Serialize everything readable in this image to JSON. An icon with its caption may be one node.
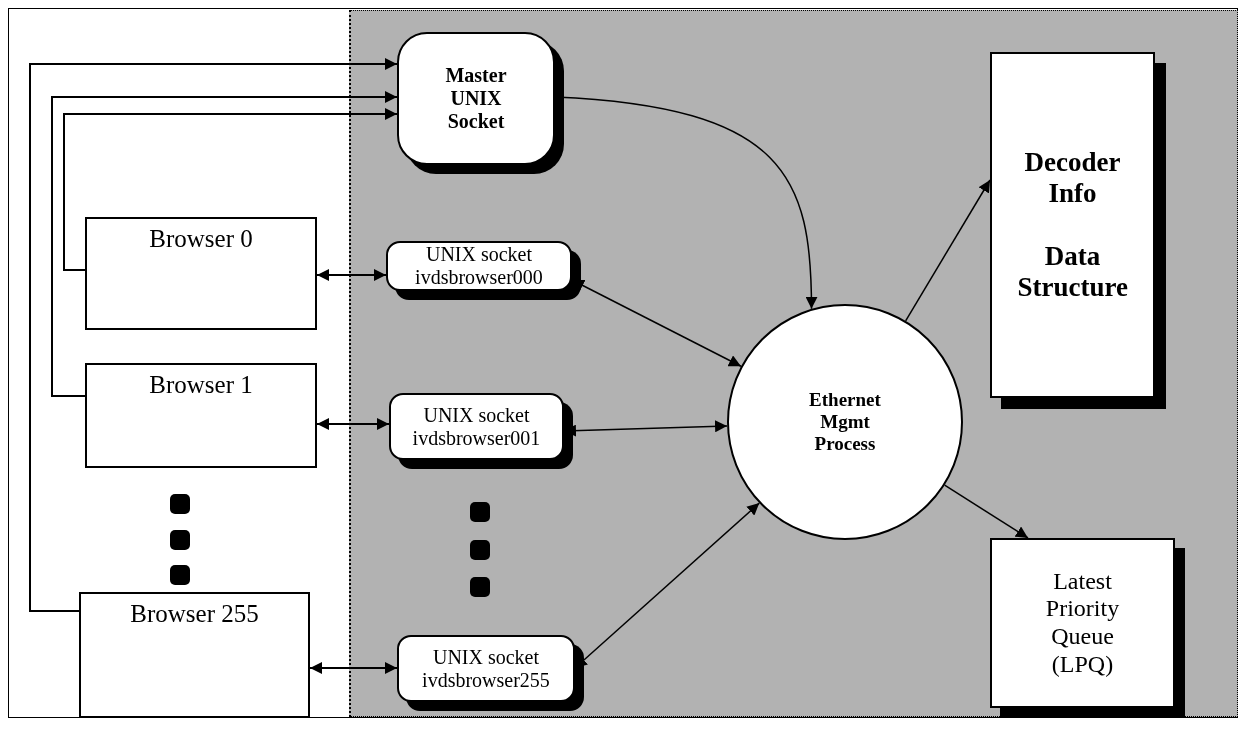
{
  "diagram": {
    "nodes": [
      {
        "text": [],
        "shape": "box"
      },
      {
        "text": [
          "Master UNIX Socket"
        ],
        "in": 0
      },
      {
        "text": [
          "Decoder Info",
          "Data Structure"
        ],
        "in": 0
      },
      {
        "text": [
          "Browser 0"
        ]
      },
      {
        "text": [
          "UNIX socket ivdsbrowser000"
        ],
        "in": 0
      },
      {
        "text": [
          "Ethernet Mgmt Process"
        ],
        "in": 0
      },
      {
        "text": [
          "Browser 1"
        ]
      },
      {
        "text": [
          "UNIX socket ivdsbrowser001"
        ],
        "in": 0
      },
      {
        "text": [
          "Browser 255"
        ]
      },
      {
        "text": [
          "UNIX socket ivdsbrowser255"
        ],
        "in": 0
      },
      {
        "text": [
          "Latest Priority Queue (LPQ)"
        ],
        "in": 0
      }
    ],
    "edges": [
      {
        "from": 8,
        "to": 1,
        "arrow": "to"
      },
      {
        "from": 6,
        "to": 1,
        "arrow": "to"
      },
      {
        "from": 3,
        "to": 1,
        "arrow": "to"
      },
      {
        "from": 3,
        "to": 4,
        "arrow": "both"
      },
      {
        "from": 6,
        "to": 7,
        "arrow": "both"
      },
      {
        "from": 8,
        "to": 9,
        "arrow": "both"
      },
      {
        "from": 4,
        "to": 5,
        "arrow": "both"
      },
      {
        "from": 7,
        "to": 5,
        "arrow": "both"
      },
      {
        "from": 9,
        "to": 5,
        "arrow": "both"
      },
      {
        "from": 1,
        "to": 5,
        "arrow": "to"
      },
      {
        "from": 5,
        "to": 2,
        "arrow": "to"
      },
      {
        "from": 5,
        "to": 10,
        "arrow": "to"
      }
    ]
  }
}
